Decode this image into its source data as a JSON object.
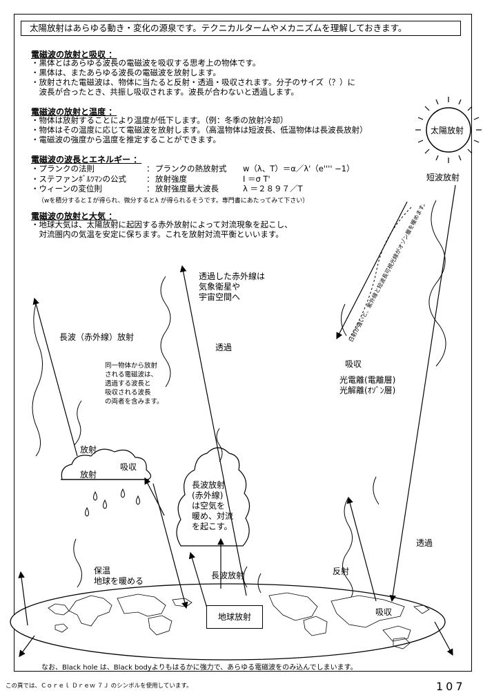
{
  "title": "太陽放射はあらゆる動き・変化の源泉です。テクニカルタームやメカニズムを理解しておきます。",
  "sections": [
    {
      "heading": "電磁波の放射と吸収 ：",
      "lines": [
        "・黒体とはあらゆる波長の電磁波を吸収する思考上の物体です。",
        "・黒体は、またあらゆる波長の電磁波を放射します。",
        "・放射された電磁波は、物体に当たると反射・透過・吸収されます。分子のサイズ（？）に",
        "　波長が合ったとき、共振し吸収されます。波長が合わないと透過します。"
      ]
    },
    {
      "heading": "電磁波の放射と温度 ：",
      "lines": [
        "・物体は放射することにより温度が低下します。（例：冬季の放射冷却）",
        "・物体はその温度に応じて電磁波を放射します。（高温物体は短波長、低温物体は長波長放射）",
        "・電磁波の強度から温度を推定することができます。"
      ]
    },
    {
      "heading": "電磁波の波長とエネルギー ：",
      "rows": [
        {
          "name": "・プランクの法則",
          "colon": "：",
          "desc": "プランクの熱放射式",
          "formula": "w（λ、T）＝α／λ'（e'''' −1）"
        },
        {
          "name": "・ステファンﾎﾞﾙﾂﾏﾝの公式",
          "colon": "：",
          "desc": "放射強度",
          "formula": "I ＝σ T'"
        },
        {
          "name": "・ウィーンの変位則",
          "colon": "：",
          "desc": "放射強度最大波長",
          "formula": "λ ＝２８９７／T"
        }
      ],
      "note": "（wを積分するとＩが得られ、微分するとλ が得られるそうです。専門書にあたってみて下さい）"
    },
    {
      "heading": "電磁波の放射と大気 ：",
      "lines": [
        "・地球大気は、太陽放射に起因する赤外放射によって対流現象を起こし、",
        "　対流圏内の気温を安定に保ちます。これを放射対流平衡といいます。"
      ]
    }
  ],
  "diagram": {
    "sun_label": "太陽放射",
    "shortwave_label": "短波放射",
    "transmitted_ir": [
      "透過した赤外線は",
      "気象衛星や",
      "宇宙空間へ"
    ],
    "longwave_ir": "長波（赤外線）放射",
    "transmission_mid": "透過",
    "absorption": "吸収",
    "ionosphere": [
      "光電離(電離層)",
      "光解離(ｵｿﾞﾝ層)"
    ],
    "same_body_note": [
      "同一物体から放射",
      "される電磁波は、",
      "透過する波長と",
      "吸収される波長",
      "の両者を含みます。"
    ],
    "cloud_radiation_top": "放射",
    "cloud_radiation": "放射",
    "cloud_absorption": "吸収",
    "convection_note": [
      "長波放射",
      "(赤外線)",
      "は空気を",
      "暖め、対流",
      "を起こす。"
    ],
    "diagonal_note": "日射が強いと、紫外線と短波長可視光線がオゾン層を暖めます。",
    "transmission_right": "透過",
    "reflection": "反射",
    "warming": [
      "保温",
      "地球を暖める"
    ],
    "longwave_radiation": "長波放射",
    "absorption_ground": "吸収",
    "ground_radiation": "地球放射"
  },
  "footer_note": "なお、Black hole は、Black bodyよりもはるかに強力で、あらゆる電磁波をのみ込んでしまいます。",
  "footer_symbols": "この頁では、Ｃｏｒｅｌ Ｄｒｅｗ ７Ｊ のシンボルを使用しています。",
  "page_number": "107"
}
